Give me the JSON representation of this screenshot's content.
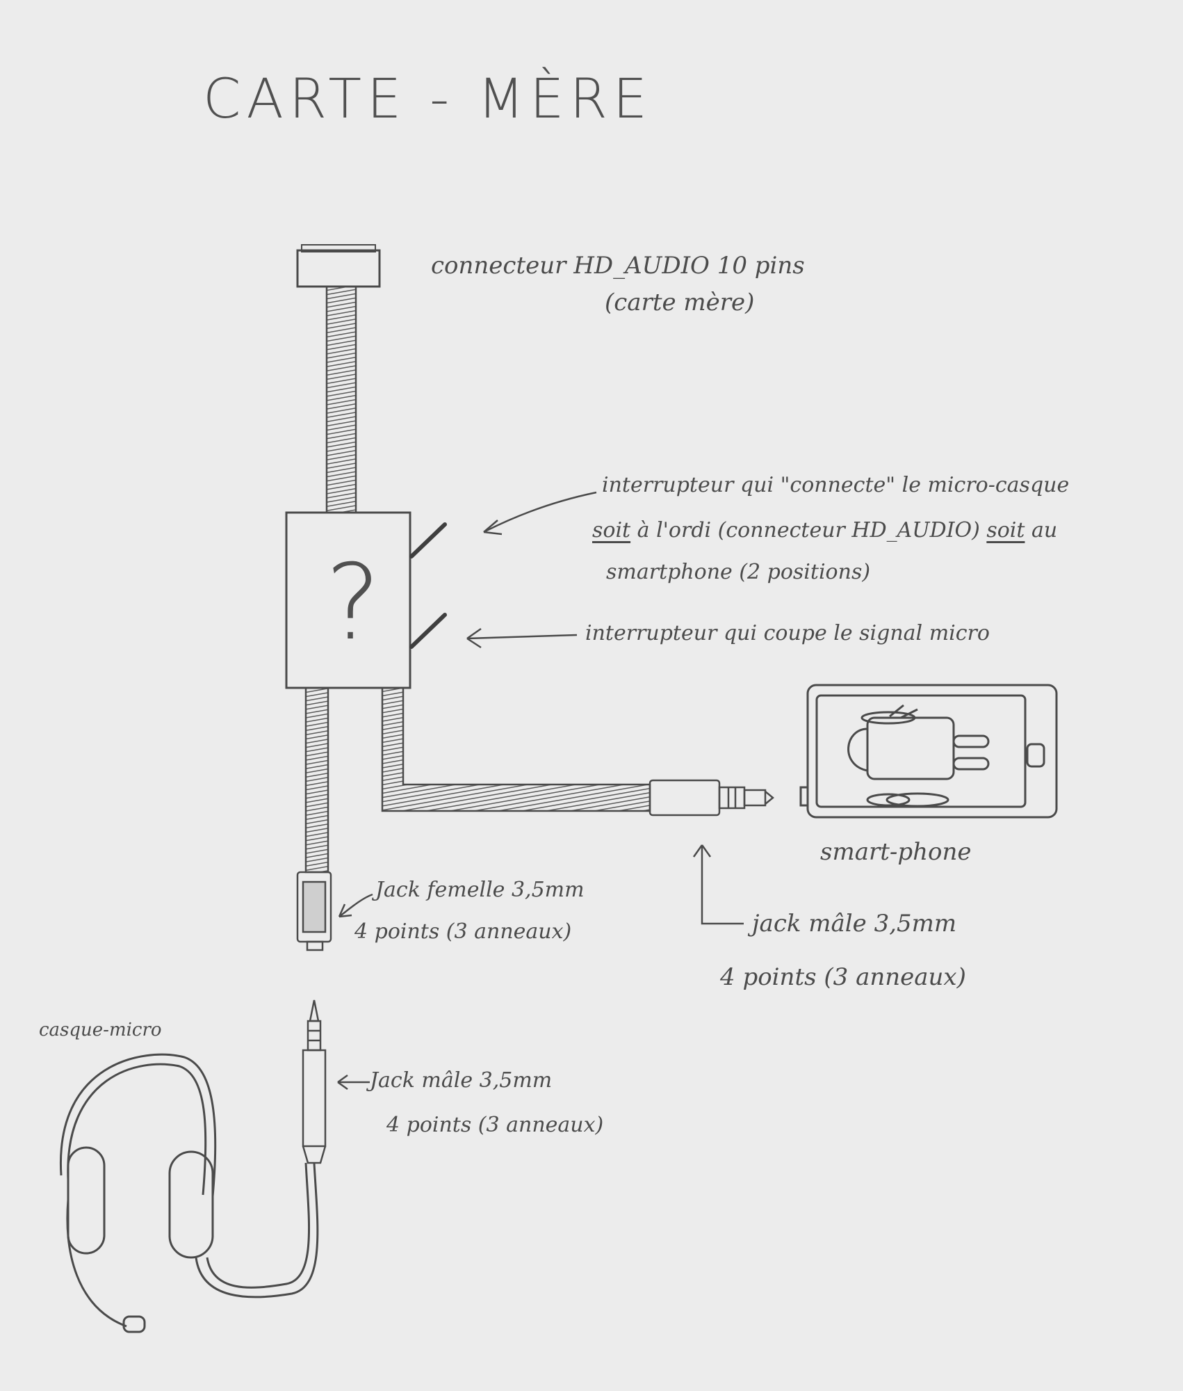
{
  "title": "CARTE - MÈRE",
  "labels": {
    "hd_audio_line1": "connecteur   HD_AUDIO   10 pins",
    "hd_audio_line2": "(carte mère)",
    "switch1_line1": "interrupteur qui \"connecte\" le micro-casque",
    "switch1_soit_a": "soit",
    "switch1_mid": "à l'ordi (connecteur HD_AUDIO)",
    "switch1_soit_b": "soit",
    "switch1_end": "au",
    "switch1_line3": "smartphone   (2 positions)",
    "switch2": "interrupteur qui coupe le signal micro",
    "unknown_box": "?",
    "smartphone": "smart-phone",
    "jack_male_phone_line1": "jack  mâle  3,5mm",
    "jack_male_phone_line2": "4 points  (3 anneaux)",
    "jack_female_line1": "Jack femelle 3,5mm",
    "jack_female_line2": "4 points (3 anneaux)",
    "headset": "casque-micro",
    "jack_male_headset_line1": "Jack  mâle  3,5mm",
    "jack_male_headset_line2": "4 points  (3 anneaux)"
  },
  "colors": {
    "paper": "#ececec",
    "pencil": "#4a4a4a",
    "shade": "#6a6a6a"
  }
}
